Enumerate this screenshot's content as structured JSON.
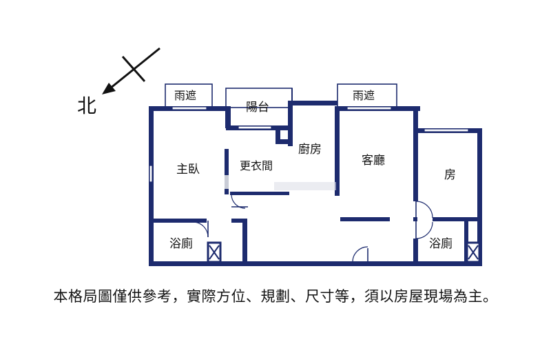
{
  "compass": {
    "north_label": "北"
  },
  "rooms": {
    "master_bedroom": "主臥",
    "walk_in_closet": "更衣間",
    "balcony": "陽台",
    "kitchen": "廚房",
    "living_room": "客廳",
    "bedroom": "房",
    "bathroom_left": "浴廁",
    "bathroom_right": "浴廁",
    "canopy_left": "雨遮",
    "canopy_right": "雨遮"
  },
  "disclaimer": "本格局圖僅供參考，實際方位、規劃、尺寸等，須以房屋現場為主。",
  "colors": {
    "wall": "#1d2b6e",
    "text": "#111111",
    "background": "#ffffff"
  }
}
